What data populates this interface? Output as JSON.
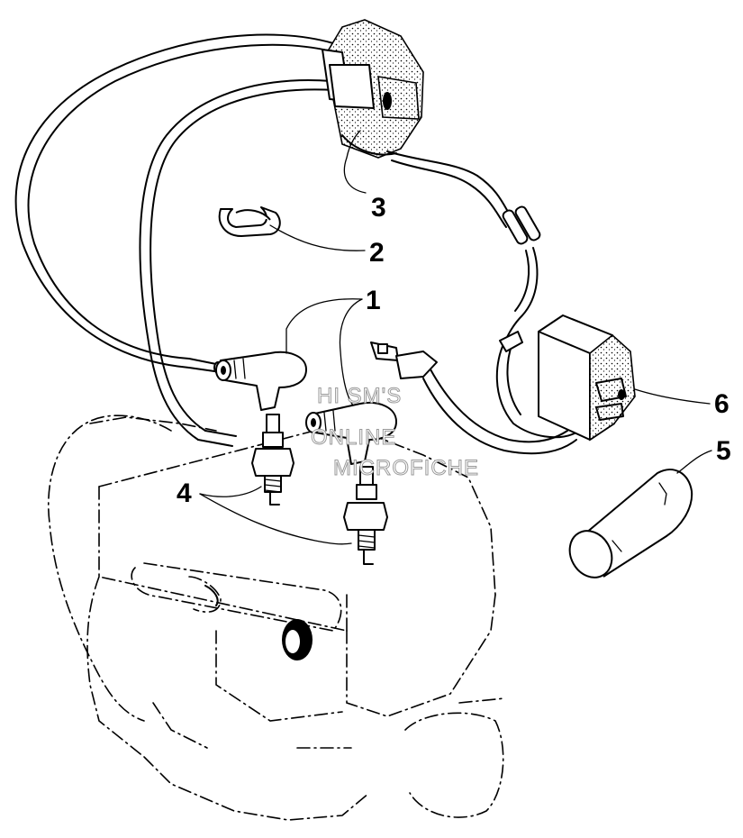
{
  "callouts": {
    "c1": "1",
    "c2": "2",
    "c3": "3",
    "c4": "4",
    "c5": "5",
    "c6": "6"
  },
  "watermark": {
    "line1": "HI SM'S",
    "line2": "ONLINE",
    "line3": "MICROFICHE"
  },
  "colors": {
    "ink": "#000000",
    "paper": "#ffffff",
    "watermark_outline": "#9a9a9a"
  }
}
